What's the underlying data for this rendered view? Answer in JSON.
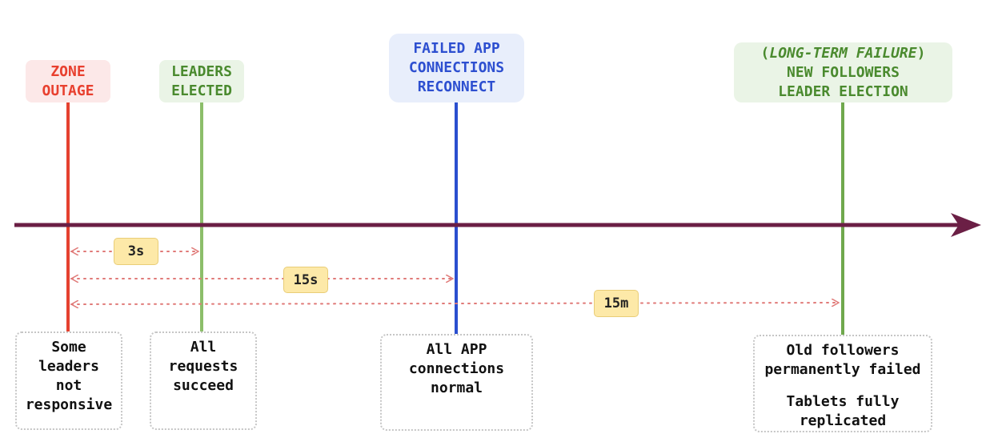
{
  "events": {
    "zone_outage": {
      "lines": [
        "ZONE",
        "OUTAGE"
      ],
      "color": "#e5412f"
    },
    "leaders_elected": {
      "lines": [
        "LEADERS",
        "ELECTED"
      ],
      "color": "#8cbe6a"
    },
    "app_reconnect": {
      "lines": [
        "FAILED APP",
        "CONNECTIONS",
        "RECONNECT"
      ],
      "color": "#2b4fcf"
    },
    "long_term": {
      "prefix_open": "(",
      "prefix_italic": "LONG-TERM FAILURE",
      "prefix_close": ")",
      "lines": [
        "NEW FOLLOWERS",
        "LEADER ELECTION"
      ],
      "color": "#6fa84d"
    }
  },
  "durations": [
    "3s",
    "15s",
    "15m"
  ],
  "outcomes": {
    "zone_outage": [
      "Some",
      "leaders",
      "not",
      "responsive"
    ],
    "leaders_elected": [
      "All",
      "requests",
      "succeed"
    ],
    "app_reconnect": [
      "All APP",
      "connections",
      "normal"
    ],
    "long_term_a": [
      "Old followers",
      "permanently failed"
    ],
    "long_term_b": [
      "Tablets fully",
      "replicated"
    ]
  },
  "colors": {
    "timeline": "#6b1f45",
    "arrow": "#e07a78"
  }
}
